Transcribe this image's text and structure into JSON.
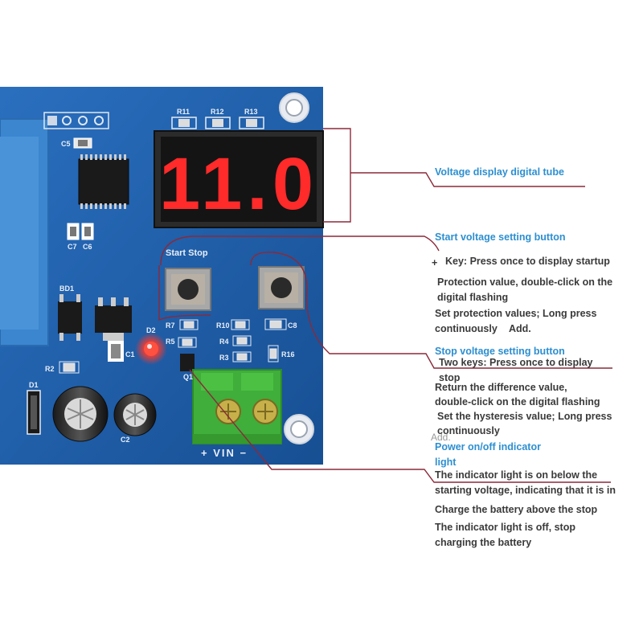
{
  "board": {
    "resistors_top": [
      "R11",
      "R12",
      "R13"
    ],
    "c5": "C5",
    "c7": "C7",
    "c6": "C6",
    "bd1": "BD1",
    "start_stop": "Start Stop",
    "r7": "R7",
    "r10": "R10",
    "c8": "C8",
    "d2": "D2",
    "r5": "R5",
    "r4": "R4",
    "r3": "R3",
    "r16": "R16",
    "c1": "C1",
    "r2": "R2",
    "d1": "D1",
    "c2": "C2",
    "q1": "Q1",
    "vin": "+ VIN −",
    "display_digits": "11.0"
  },
  "annotations": {
    "voltage_display": "Voltage display digital tube",
    "start_button": "Start voltage setting button",
    "start_plus": "+",
    "start_line1": "Key: Press once to display startup",
    "start_line2": "Protection value, double-click on the",
    "start_line3": "digital flashing",
    "start_line4": "Set protection values; Long press",
    "start_line5": "continuously",
    "start_add": "Add.",
    "stop_button": "Stop voltage setting button",
    "stop_line1": "Two keys: Press once to display",
    "stop_line2": "stop",
    "stop_line3": "Return the difference value,",
    "stop_line4": "double-click on the digital flashing",
    "stop_line5": "Set the hysteresis value; Long press",
    "stop_line6": "continuously",
    "stop_add": "Add.",
    "power_title1": "Power on/off indicator",
    "power_title2": "light",
    "power_line1": "The indicator light is on below the",
    "power_line2": "starting voltage, indicating that it is in",
    "power_line3": "Charge the battery above the stop",
    "power_line4": "The indicator light is off, stop",
    "power_line5": "charging the battery"
  },
  "colors": {
    "pcb": "#1d5fa8",
    "display_digit": "#ff2a2a",
    "accent_text": "#2d8fd0",
    "leader_line": "#8b2a3a",
    "terminal": "#3fae3a"
  }
}
